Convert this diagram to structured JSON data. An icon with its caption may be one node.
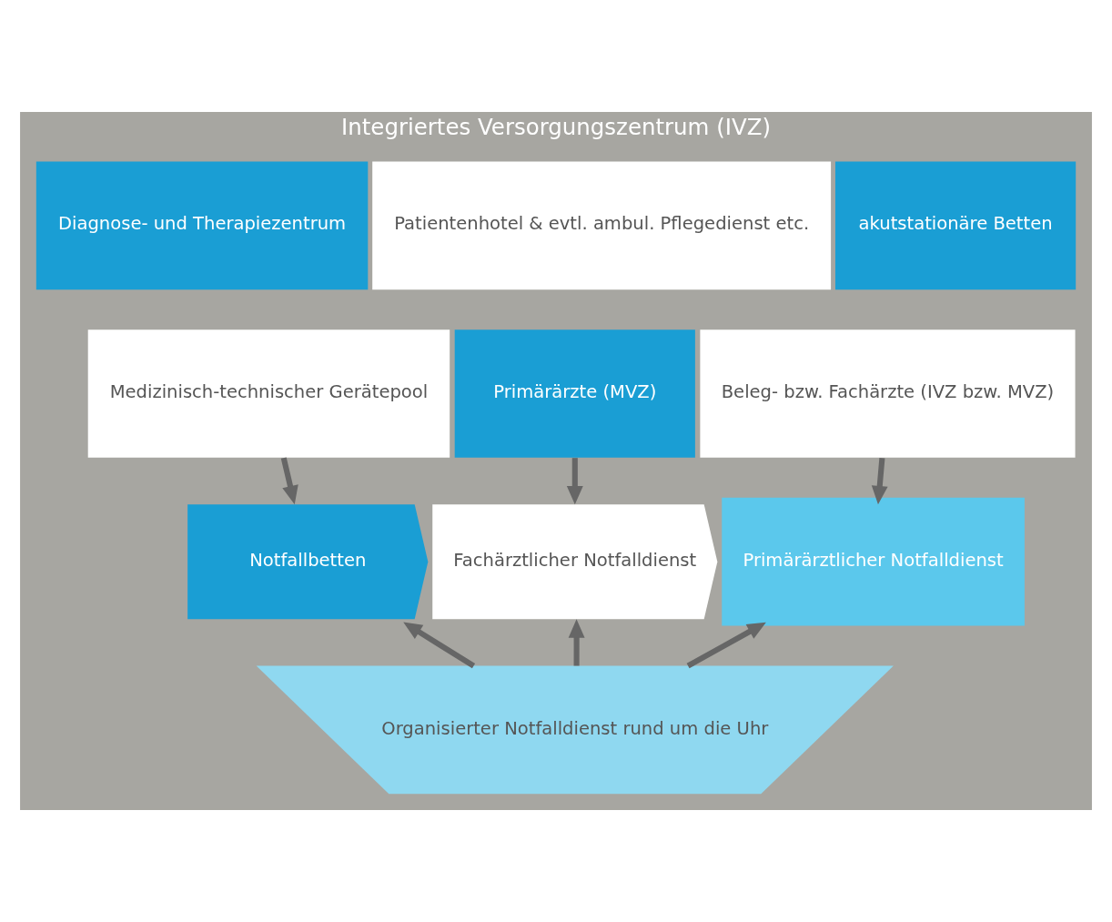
{
  "diagram": {
    "nodes": [
      {
        "text": [
          "Integriertes Versorgungszentrum (IVZ)"
        ]
      },
      {
        "text": [
          "Diagnose- und Therapiezentrum"
        ],
        "in": 0
      },
      {
        "text": [
          "Patientenhotel & evtl. ambul. Pflegedienst etc."
        ],
        "in": 0
      },
      {
        "text": [
          "akutstationäre Betten"
        ],
        "in": 0
      },
      {
        "text": [
          "Medizinisch-technischer Gerätepool"
        ],
        "in": 0
      },
      {
        "text": [
          "Primärärzte (MVZ)"
        ],
        "in": 0
      },
      {
        "text": [
          "Beleg- bzw. Fachärzte (IVZ bzw. MVZ)"
        ],
        "in": 0
      },
      {
        "text": [
          "Notfallbetten"
        ],
        "in": 0
      },
      {
        "text": [
          "Fachärztlicher Notfalldienst"
        ],
        "in": 0
      },
      {
        "text": [
          "Primärärztlicher Notfalldienst"
        ],
        "in": 0
      },
      {
        "text": [
          "Organisierter Notfalldienst rund um die Uhr"
        ],
        "in": 0
      }
    ],
    "edges": [
      {
        "from": 4,
        "to": 7,
        "arrow": "to"
      },
      {
        "from": 5,
        "to": 8,
        "arrow": "to"
      },
      {
        "from": 6,
        "to": 9,
        "arrow": "to"
      },
      {
        "from": 10,
        "to": 7,
        "arrow": "to"
      },
      {
        "from": 10,
        "to": 8,
        "arrow": "to"
      },
      {
        "from": 10,
        "to": 9,
        "arrow": "to"
      }
    ]
  }
}
